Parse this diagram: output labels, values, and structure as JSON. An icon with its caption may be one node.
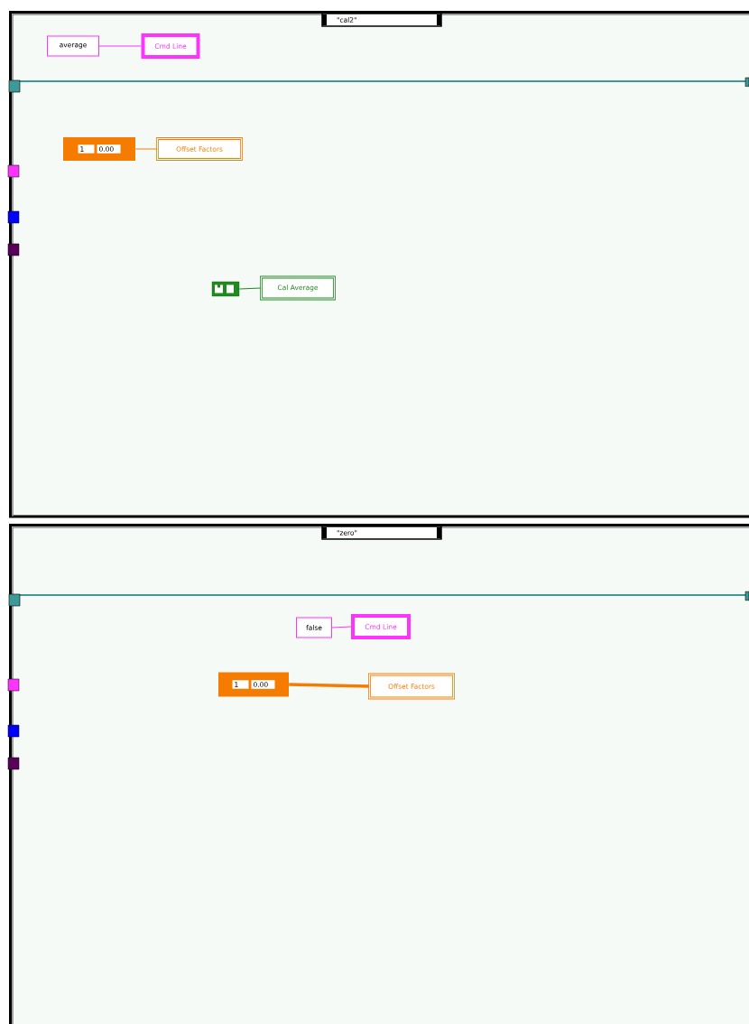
{
  "diagram": {
    "nodes": [
      {
        "text": [
          "\"cal2\""
        ]
      },
      {
        "text": [
          "average"
        ],
        "in": 0
      },
      {
        "text": [
          "Cmd Line"
        ],
        "in": 0
      },
      {
        "text": [
          "1",
          "0.00"
        ],
        "in": 0
      },
      {
        "text": [
          "Offset Factors"
        ],
        "in": 0
      },
      {
        "text": [],
        "shape": "box",
        "in": 0
      },
      {
        "text": [
          "Cal Average"
        ],
        "in": 0
      },
      {
        "text": [
          "\"zero\""
        ]
      },
      {
        "text": [
          "false"
        ],
        "in": 7
      },
      {
        "text": [
          "Cmd Line"
        ],
        "in": 7
      },
      {
        "text": [
          "1",
          "0.00"
        ],
        "in": 7
      },
      {
        "text": [
          "Offset Factors"
        ],
        "in": 7
      }
    ],
    "edges": [
      {
        "from": 1,
        "to": 2,
        "arrow": "none",
        "color": "#ff33ff"
      },
      {
        "from": 3,
        "to": 4,
        "arrow": "none",
        "color": "#f57c00"
      },
      {
        "from": 5,
        "to": 6,
        "arrow": "none",
        "color": "#1f8a1f"
      },
      {
        "from": 8,
        "to": 9,
        "arrow": "none",
        "color": "#ff33ff"
      },
      {
        "from": 10,
        "to": 11,
        "arrow": "none",
        "color": "#f57c00",
        "style": "thick"
      }
    ]
  }
}
